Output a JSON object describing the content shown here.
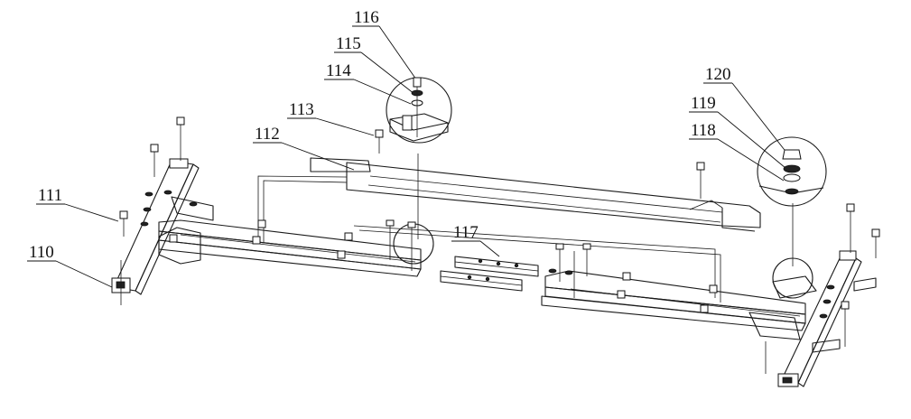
{
  "labels": {
    "p110": "110",
    "p111": "111",
    "p112": "112",
    "p113": "113",
    "p114": "114",
    "p115": "115",
    "p116": "116",
    "p117": "117",
    "p118": "118",
    "p119": "119",
    "p120": "120"
  }
}
